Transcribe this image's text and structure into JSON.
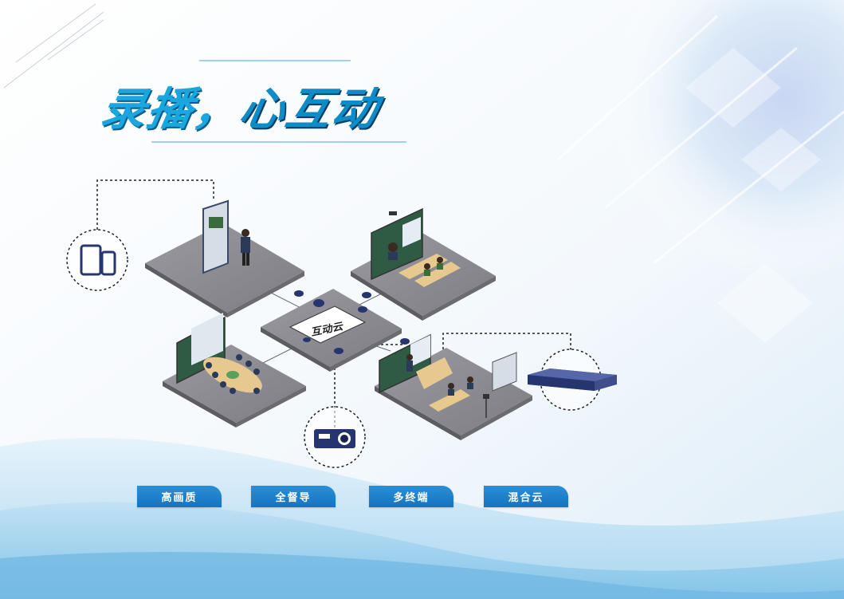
{
  "title": {
    "part1": "录播，",
    "part2": "心互动"
  },
  "cloud_label": "互动云",
  "features": [
    "高画质",
    "全督导",
    "多终端",
    "混合云"
  ],
  "colors": {
    "accent": "#1aa6df",
    "tab": "#1673c0",
    "platform": "#8c8c90",
    "device_dark": "#27356e"
  },
  "icons": {
    "mobile_devices": "tablet-phone-icon",
    "camera": "camera-device-icon",
    "server": "rack-server-icon",
    "cloud": "cloud-icon"
  }
}
